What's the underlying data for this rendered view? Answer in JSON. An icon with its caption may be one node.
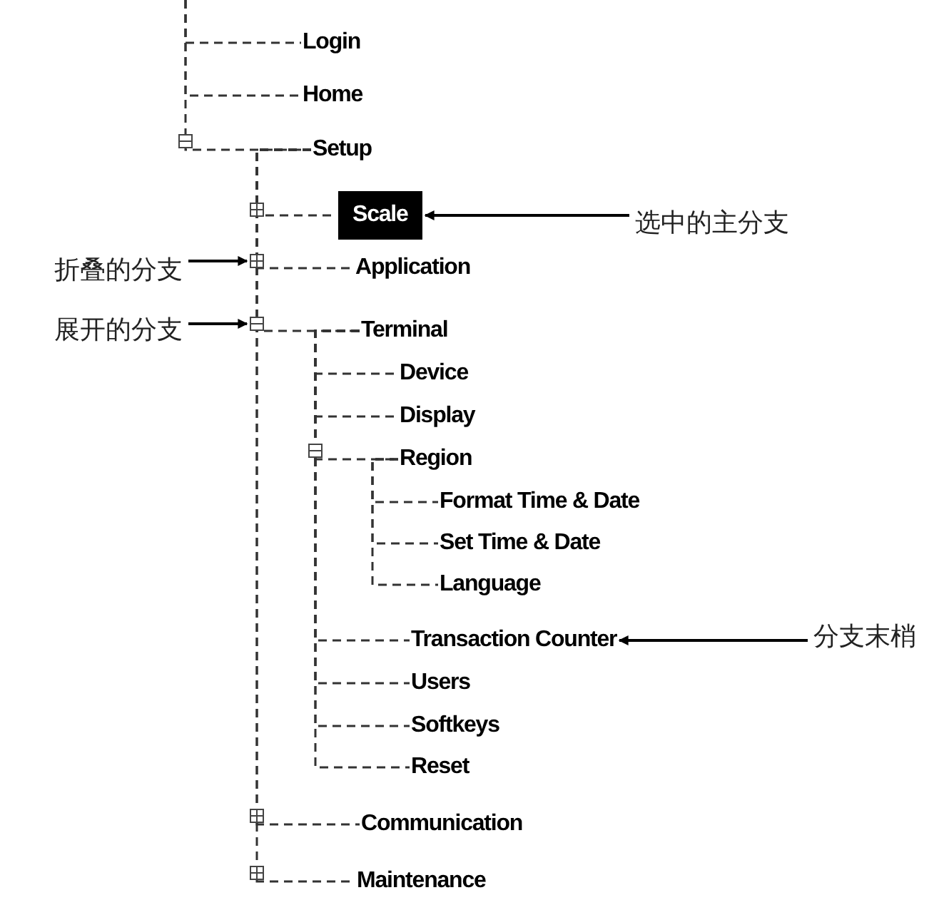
{
  "diagram": {
    "nodes": [
      {
        "text": [
          "Login"
        ]
      },
      {
        "text": [
          "Home"
        ]
      },
      {
        "text": [
          "Setup"
        ]
      },
      {
        "text": [
          "Scale"
        ]
      },
      {
        "text": [
          "Application"
        ]
      },
      {
        "text": [
          "Terminal"
        ]
      },
      {
        "text": [
          "Device"
        ]
      },
      {
        "text": [
          "Display"
        ]
      },
      {
        "text": [
          "Region"
        ]
      },
      {
        "text": [
          "Format Time & Date"
        ]
      },
      {
        "text": [
          "Set Time & Date"
        ]
      },
      {
        "text": [
          "Language"
        ]
      },
      {
        "text": [
          "Transaction Counter"
        ]
      },
      {
        "text": [
          "Users"
        ]
      },
      {
        "text": [
          "Softkeys"
        ]
      },
      {
        "text": [
          "Reset"
        ]
      },
      {
        "text": [
          "Communication"
        ]
      },
      {
        "text": [
          "Maintenance"
        ]
      },
      {
        "text": [
          "选中的主分支"
        ]
      },
      {
        "text": [
          "折叠的分支"
        ]
      },
      {
        "text": [
          "展开的分支"
        ]
      },
      {
        "text": [
          "分支末梢"
        ]
      },
      {
        "text": [],
        "shape": "box"
      },
      {
        "text": [],
        "shape": "box"
      }
    ],
    "edges": [
      {
        "from": null,
        "to": 0,
        "arrow": "none",
        "style": "dashed"
      },
      {
        "from": null,
        "to": 1,
        "arrow": "none",
        "style": "dashed"
      },
      {
        "from": null,
        "to": 2,
        "arrow": "none",
        "style": "dashed"
      },
      {
        "from": 2,
        "to": 3,
        "arrow": "none",
        "style": "dashed"
      },
      {
        "from": 2,
        "to": 4,
        "arrow": "none",
        "style": "dashed"
      },
      {
        "from": 2,
        "to": 5,
        "arrow": "none",
        "style": "dashed"
      },
      {
        "from": 5,
        "to": 6,
        "arrow": "none",
        "style": "dashed"
      },
      {
        "from": 5,
        "to": 7,
        "arrow": "none",
        "style": "dashed"
      },
      {
        "from": 5,
        "to": 8,
        "arrow": "none",
        "style": "dashed"
      },
      {
        "from": 8,
        "to": 9,
        "arrow": "none",
        "style": "dashed"
      },
      {
        "from": 8,
        "to": 10,
        "arrow": "none",
        "style": "dashed"
      },
      {
        "from": 8,
        "to": 11,
        "arrow": "none",
        "style": "dashed"
      },
      {
        "from": 5,
        "to": 12,
        "arrow": "none",
        "style": "dashed"
      },
      {
        "from": 5,
        "to": 13,
        "arrow": "none",
        "style": "dashed"
      },
      {
        "from": 5,
        "to": 14,
        "arrow": "none",
        "style": "dashed"
      },
      {
        "from": 5,
        "to": 15,
        "arrow": "none",
        "style": "dashed"
      },
      {
        "from": 2,
        "to": 16,
        "arrow": "none",
        "style": "dashed"
      },
      {
        "from": 2,
        "to": 17,
        "arrow": "none",
        "style": "dashed"
      },
      {
        "from": 18,
        "to": 3,
        "arrow": "to"
      },
      {
        "from": 19,
        "to": 22,
        "arrow": "to"
      },
      {
        "from": 20,
        "to": 23,
        "arrow": "to"
      },
      {
        "from": 21,
        "to": 12,
        "arrow": "to"
      }
    ]
  }
}
